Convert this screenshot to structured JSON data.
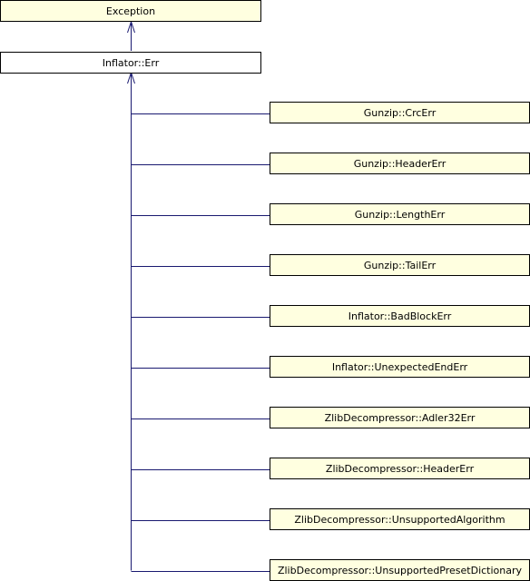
{
  "colors": {
    "base_fill": "#ffffe0",
    "current_fill": "#ffffff",
    "border": "#000000",
    "edge": "#191970"
  },
  "diagram": {
    "exception": {
      "label": "Exception"
    },
    "inflator_err": {
      "label": "Inflator::Err"
    },
    "children": [
      {
        "label": "Gunzip::CrcErr"
      },
      {
        "label": "Gunzip::HeaderErr"
      },
      {
        "label": "Gunzip::LengthErr"
      },
      {
        "label": "Gunzip::TailErr"
      },
      {
        "label": "Inflator::BadBlockErr"
      },
      {
        "label": "Inflator::UnexpectedEndErr"
      },
      {
        "label": "ZlibDecompressor::Adler32Err"
      },
      {
        "label": "ZlibDecompressor::HeaderErr"
      },
      {
        "label": "ZlibDecompressor::UnsupportedAlgorithm"
      },
      {
        "label": "ZlibDecompressor::UnsupportedPresetDictionary"
      }
    ]
  }
}
